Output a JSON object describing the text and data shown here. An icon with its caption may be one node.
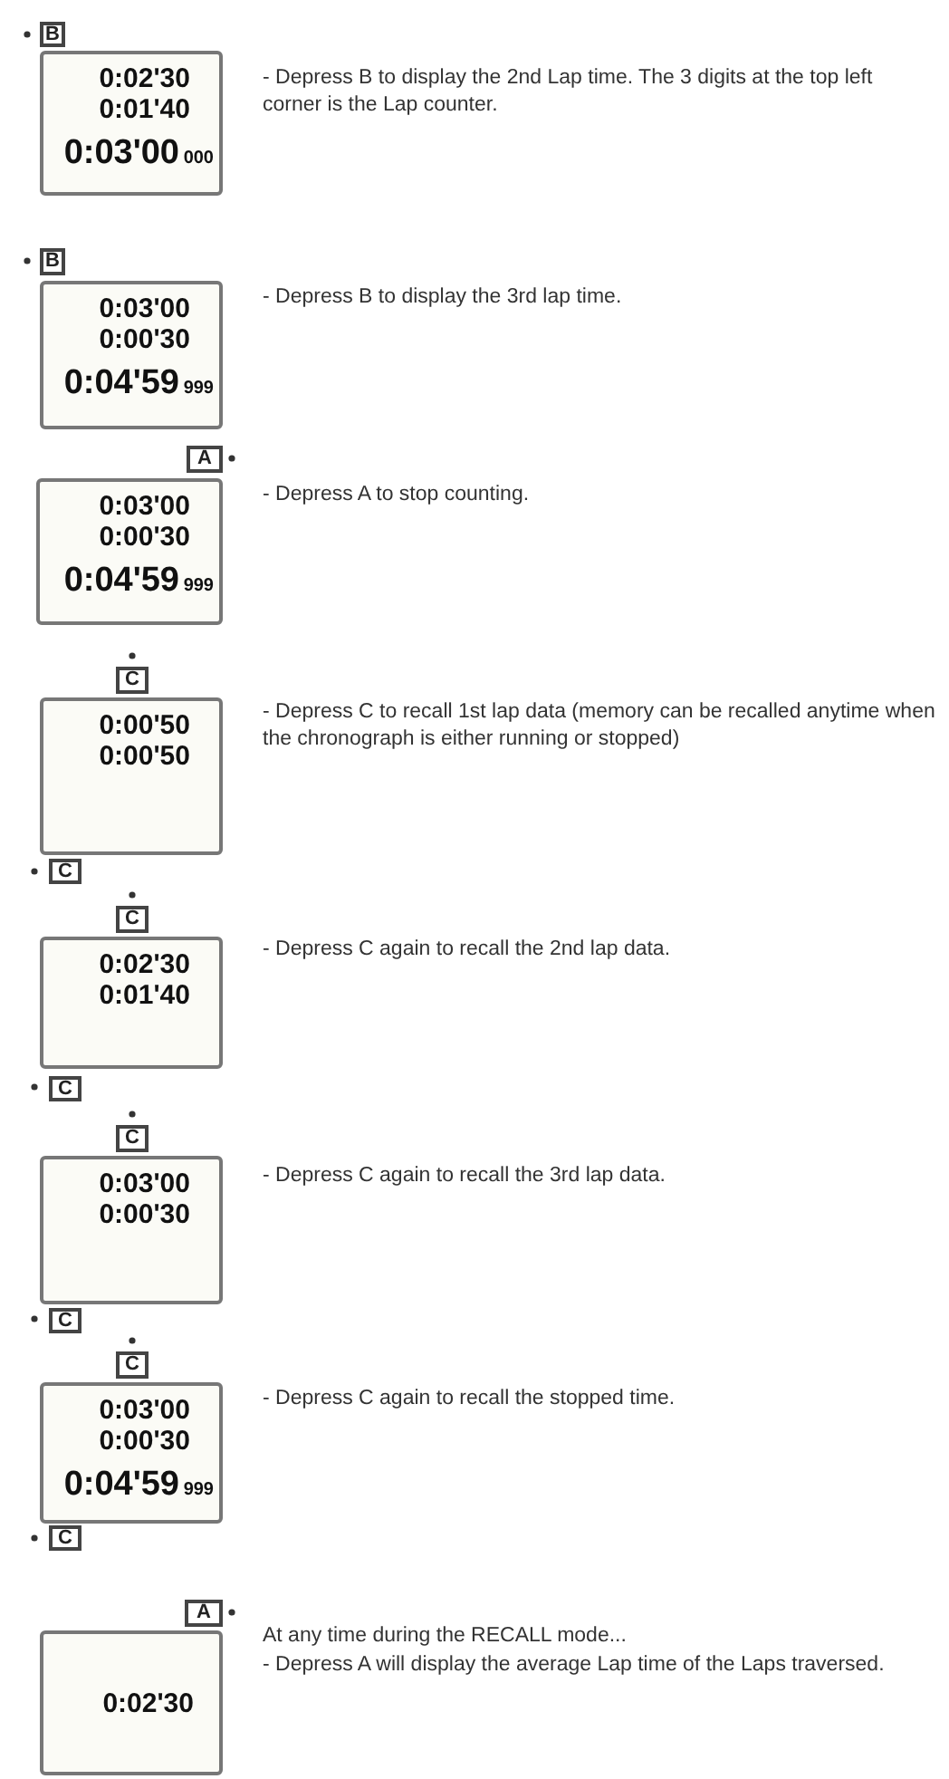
{
  "diagram": {
    "nodes": [
      {
        "text": [
          "B"
        ]
      },
      {
        "text": [
          "0:02'30",
          "0:01'40",
          "0:03'00",
          "000"
        ]
      },
      {
        "text": [
          "B"
        ]
      },
      {
        "text": [
          "0:03'00",
          "0:00'30",
          "0:04'59",
          "999"
        ]
      },
      {
        "text": [
          "A"
        ]
      },
      {
        "text": [
          "0:03'00",
          "0:00'30",
          "0:04'59",
          "999"
        ]
      },
      {
        "text": [
          "C"
        ]
      },
      {
        "text": [
          "0:00'50",
          "0:00'50"
        ]
      },
      {
        "text": [
          "C"
        ]
      },
      {
        "text": [
          "C"
        ]
      },
      {
        "text": [
          "0:02'30",
          "0:01'40"
        ]
      },
      {
        "text": [
          "C"
        ]
      },
      {
        "text": [
          "C"
        ]
      },
      {
        "text": [
          "0:03'00",
          "0:00'30"
        ]
      },
      {
        "text": [
          "C"
        ]
      },
      {
        "text": [
          "C"
        ]
      },
      {
        "text": [
          "0:03'00",
          "0:00'30",
          "0:04'59",
          "999"
        ]
      },
      {
        "text": [
          "C"
        ]
      },
      {
        "text": [
          "A"
        ]
      },
      {
        "text": [
          "0:02'30"
        ]
      }
    ],
    "labels": [
      "- Depress B to display the 2nd Lap time. The 3 digits at the top left corner is the Lap counter.",
      "- Depress B to display the 3rd lap time.",
      "- Depress A to stop counting.",
      "- Depress C to recall 1st lap data (memory can be recalled anytime when the chronograph is either running or stopped)",
      "- Depress C again to recall the 2nd lap data.",
      "- Depress C again to recall the 3rd lap data.",
      "- Depress C again to recall the stopped time.",
      "At any time during the RECALL mode...",
      "- Depress A will display the average Lap time of the Laps traversed."
    ]
  }
}
